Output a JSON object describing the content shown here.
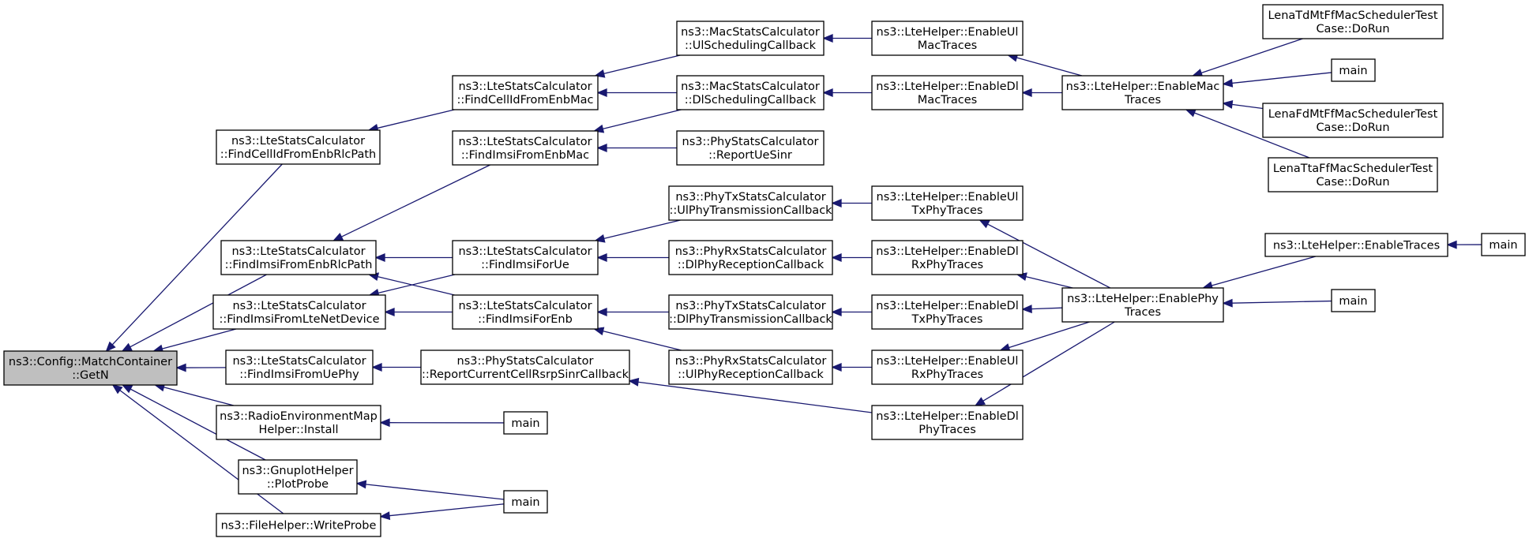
{
  "diagram": {
    "nodes": [
      {
        "id": "root",
        "lines": [
          "ns3::Config::MatchContainer",
          "::GetN"
        ]
      },
      {
        "id": "findCellIdRlc",
        "lines": [
          "ns3::LteStatsCalculator",
          "::FindCellIdFromEnbRlcPath"
        ]
      },
      {
        "id": "findImsiRlc",
        "lines": [
          "ns3::LteStatsCalculator",
          "::FindImsiFromEnbRlcPath"
        ]
      },
      {
        "id": "findImsiLteNet",
        "lines": [
          "ns3::LteStatsCalculator",
          "::FindImsiFromLteNetDevice"
        ]
      },
      {
        "id": "findImsiUePhy",
        "lines": [
          "ns3::LteStatsCalculator",
          "::FindImsiFromUePhy"
        ]
      },
      {
        "id": "remInstall",
        "lines": [
          "ns3::RadioEnvironmentMap",
          "Helper::Install"
        ]
      },
      {
        "id": "gnuplot",
        "lines": [
          "ns3::GnuplotHelper",
          "::PlotProbe"
        ]
      },
      {
        "id": "fileHelper",
        "lines": [
          "ns3::FileHelper::WriteProbe"
        ]
      },
      {
        "id": "findCellIdMac",
        "lines": [
          "ns3::LteStatsCalculator",
          "::FindCellIdFromEnbMac"
        ]
      },
      {
        "id": "findImsiMac",
        "lines": [
          "ns3::LteStatsCalculator",
          "::FindImsiFromEnbMac"
        ]
      },
      {
        "id": "findImsiUe",
        "lines": [
          "ns3::LteStatsCalculator",
          "::FindImsiForUe"
        ]
      },
      {
        "id": "findImsiEnb",
        "lines": [
          "ns3::LteStatsCalculator",
          "::FindImsiForEnb"
        ]
      },
      {
        "id": "reportRsrp",
        "lines": [
          "ns3::PhyStatsCalculator",
          "::ReportCurrentCellRsrpSinrCallback"
        ]
      },
      {
        "id": "mainRem",
        "lines": [
          "main"
        ]
      },
      {
        "id": "mainGnu",
        "lines": [
          "main"
        ]
      },
      {
        "id": "macUl",
        "lines": [
          "ns3::MacStatsCalculator",
          "::UlSchedulingCallback"
        ]
      },
      {
        "id": "macDl",
        "lines": [
          "ns3::MacStatsCalculator",
          "::DlSchedulingCallback"
        ]
      },
      {
        "id": "reportUeSinr",
        "lines": [
          "ns3::PhyStatsCalculator",
          "::ReportUeSinr"
        ]
      },
      {
        "id": "phyTxUl",
        "lines": [
          "ns3::PhyTxStatsCalculator",
          "::UlPhyTransmissionCallback"
        ]
      },
      {
        "id": "phyRxDl",
        "lines": [
          "ns3::PhyRxStatsCalculator",
          "::DlPhyReceptionCallback"
        ]
      },
      {
        "id": "phyTxDl",
        "lines": [
          "ns3::PhyTxStatsCalculator",
          "::DlPhyTransmissionCallback"
        ]
      },
      {
        "id": "phyRxUl",
        "lines": [
          "ns3::PhyRxStatsCalculator",
          "::UlPhyReceptionCallback"
        ]
      },
      {
        "id": "enUlMac",
        "lines": [
          "ns3::LteHelper::EnableUl",
          "MacTraces"
        ]
      },
      {
        "id": "enDlMac",
        "lines": [
          "ns3::LteHelper::EnableDl",
          "MacTraces"
        ]
      },
      {
        "id": "enUlTx",
        "lines": [
          "ns3::LteHelper::EnableUl",
          "TxPhyTraces"
        ]
      },
      {
        "id": "enDlRx",
        "lines": [
          "ns3::LteHelper::EnableDl",
          "RxPhyTraces"
        ]
      },
      {
        "id": "enDlTx",
        "lines": [
          "ns3::LteHelper::EnableDl",
          "TxPhyTraces"
        ]
      },
      {
        "id": "enUlRx",
        "lines": [
          "ns3::LteHelper::EnableUl",
          "RxPhyTraces"
        ]
      },
      {
        "id": "enDlPhy",
        "lines": [
          "ns3::LteHelper::EnableDl",
          "PhyTraces"
        ]
      },
      {
        "id": "enMac",
        "lines": [
          "ns3::LteHelper::EnableMac",
          "Traces"
        ]
      },
      {
        "id": "enPhy",
        "lines": [
          "ns3::LteHelper::EnablePhy",
          "Traces"
        ]
      },
      {
        "id": "enTraces",
        "lines": [
          "ns3::LteHelper::EnableTraces"
        ]
      },
      {
        "id": "lenaTd",
        "lines": [
          "LenaTdMtFfMacSchedulerTest",
          "Case::DoRun"
        ]
      },
      {
        "id": "mainMac",
        "lines": [
          "main"
        ]
      },
      {
        "id": "lenaFd",
        "lines": [
          "LenaFdMtFfMacSchedulerTest",
          "Case::DoRun"
        ]
      },
      {
        "id": "lenaTta",
        "lines": [
          "LenaTtaFfMacSchedulerTest",
          "Case::DoRun"
        ]
      },
      {
        "id": "mainTraces",
        "lines": [
          "main"
        ]
      },
      {
        "id": "mainPhy",
        "lines": [
          "main"
        ]
      }
    ],
    "edges": [
      [
        "findCellIdRlc",
        "root"
      ],
      [
        "findImsiRlc",
        "root"
      ],
      [
        "findImsiLteNet",
        "root"
      ],
      [
        "findImsiUePhy",
        "root"
      ],
      [
        "remInstall",
        "root"
      ],
      [
        "gnuplot",
        "root"
      ],
      [
        "fileHelper",
        "root"
      ],
      [
        "findCellIdMac",
        "findCellIdRlc"
      ],
      [
        "findImsiMac",
        "findImsiRlc"
      ],
      [
        "findImsiUe",
        "findImsiRlc"
      ],
      [
        "findImsiEnb",
        "findImsiRlc"
      ],
      [
        "findImsiUe",
        "findImsiLteNet"
      ],
      [
        "findImsiEnb",
        "findImsiLteNet"
      ],
      [
        "reportRsrp",
        "findImsiUePhy"
      ],
      [
        "mainRem",
        "remInstall"
      ],
      [
        "mainGnu",
        "gnuplot"
      ],
      [
        "mainGnu",
        "fileHelper"
      ],
      [
        "macUl",
        "findCellIdMac"
      ],
      [
        "macDl",
        "findCellIdMac"
      ],
      [
        "macUl",
        "findImsiMac"
      ],
      [
        "macDl",
        "findImsiMac"
      ],
      [
        "reportUeSinr",
        "findImsiMac"
      ],
      [
        "phyTxUl",
        "findImsiUe"
      ],
      [
        "phyRxDl",
        "findImsiUe"
      ],
      [
        "phyTxDl",
        "findImsiEnb"
      ],
      [
        "phyRxUl",
        "findImsiEnb"
      ],
      [
        "enDlPhy",
        "reportRsrp"
      ],
      [
        "enUlMac",
        "macUl"
      ],
      [
        "enDlMac",
        "macDl"
      ],
      [
        "enUlTx",
        "phyTxUl"
      ],
      [
        "enDlRx",
        "phyRxDl"
      ],
      [
        "enDlTx",
        "phyTxDl"
      ],
      [
        "enUlRx",
        "phyRxUl"
      ],
      [
        "enMac",
        "enUlMac"
      ],
      [
        "enMac",
        "enDlMac"
      ],
      [
        "enPhy",
        "enUlTx"
      ],
      [
        "enPhy",
        "enDlRx"
      ],
      [
        "enPhy",
        "enDlTx"
      ],
      [
        "enPhy",
        "enUlRx"
      ],
      [
        "enPhy",
        "enDlPhy"
      ],
      [
        "lenaTd",
        "enMac"
      ],
      [
        "mainMac",
        "enMac"
      ],
      [
        "lenaFd",
        "enMac"
      ],
      [
        "lenaTta",
        "enMac"
      ],
      [
        "enTraces",
        "enMac"
      ],
      [
        "enTraces",
        "enPhy"
      ],
      [
        "mainPhy",
        "enPhy"
      ],
      [
        "mainTraces",
        "enTraces"
      ]
    ]
  }
}
